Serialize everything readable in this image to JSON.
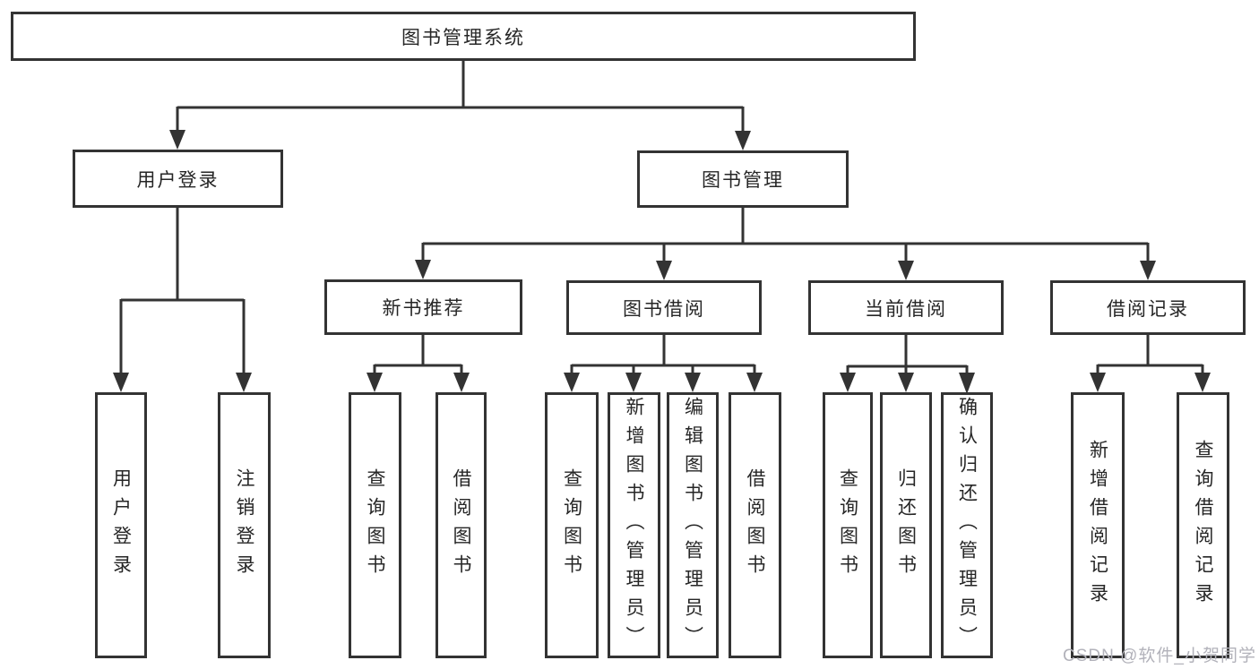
{
  "nodes": {
    "root": {
      "label": "图书管理系统"
    },
    "user_login": {
      "label": "用户登录"
    },
    "book_mgmt": {
      "label": "图书管理"
    },
    "new_book": {
      "label": "新书推荐"
    },
    "book_borrow": {
      "label": "图书借阅"
    },
    "current_borrow": {
      "label": "当前借阅"
    },
    "borrow_record": {
      "label": "借阅记录"
    }
  },
  "leaves": {
    "user_login": [
      "用户登录",
      "注销登录"
    ],
    "new_book": [
      "查询图书",
      "借阅图书"
    ],
    "book_borrow": [
      "查询图书",
      "新增图书（管理员）",
      "编辑图书（管理员）",
      "借阅图书"
    ],
    "current_borrow": [
      "查询图书",
      "归还图书",
      "确认归还（管理员）"
    ],
    "borrow_record": [
      "新增借阅记录",
      "查询借阅记录"
    ]
  },
  "watermark": "CSDN @软件_小贺同学",
  "colors": {
    "line": "#333333",
    "text": "#262626",
    "watermark": "#b2b2ba",
    "box_background": "#ffffff"
  }
}
